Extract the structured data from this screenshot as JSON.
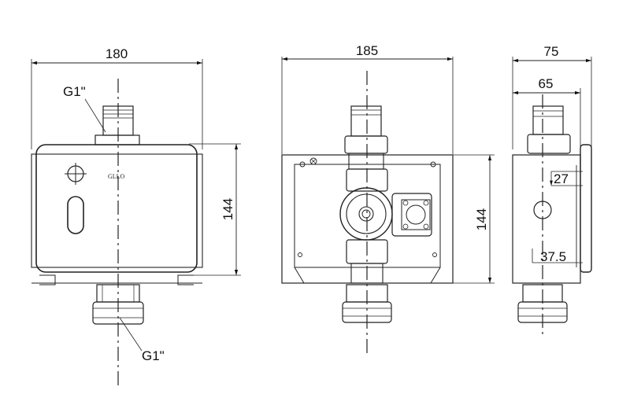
{
  "front_view": {
    "width_label": "180",
    "height_label": "144",
    "inlet_label": "G1\"",
    "outlet_label": "G1\"",
    "brand_label": "GLLO"
  },
  "back_view": {
    "width_label": "185",
    "height_label": "144"
  },
  "side_view": {
    "overall_depth_label": "75",
    "body_depth_label": "65",
    "upper_offset_label": "27",
    "lower_offset_label": "37.5"
  }
}
